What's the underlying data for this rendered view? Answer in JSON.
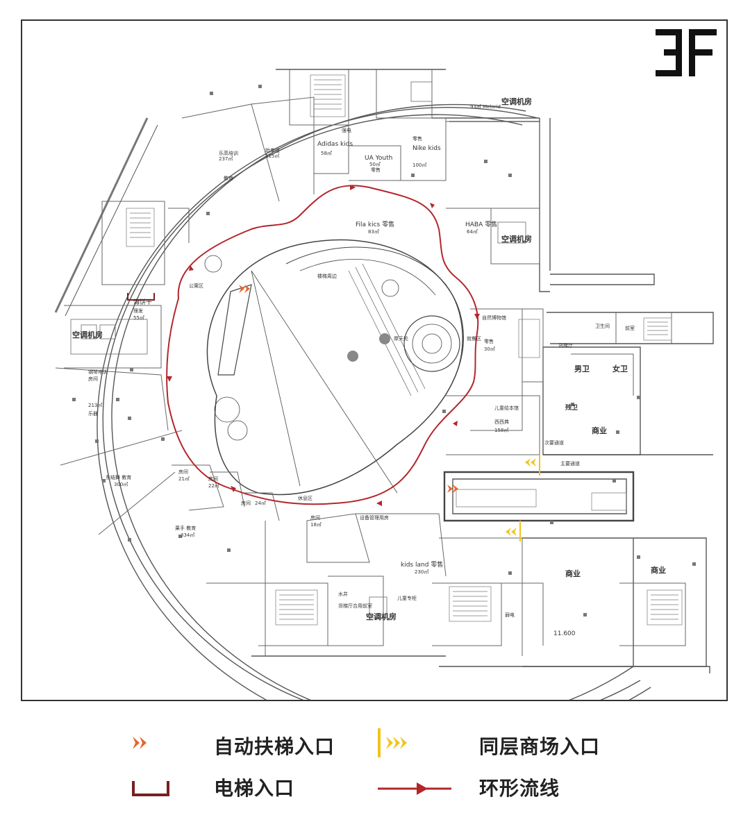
{
  "floor": {
    "label": "3F"
  },
  "rooms": {
    "ac_top": "空调机房",
    "ac_right": "空调机房",
    "ac_left": "空调机房",
    "ac_bottom": "空调机房",
    "music": "乐高培训",
    "music_area": "237㎡",
    "music_type": "教育",
    "jump": "跆拳道",
    "jump_area": "115㎡",
    "adidas": "Adidas kids",
    "adidas_area": "58㎡",
    "ua": "UA Youth",
    "ua_area": "50㎡",
    "ua_type": "零售",
    "nike": "Nike kids",
    "nike_type": "零售",
    "nike_area": "100㎡",
    "melorid": "93㎡ Melorid",
    "fila": "Fila kics 零售",
    "fila_area": "83㎡",
    "haba": "HABA 零售",
    "haba_area": "64㎡",
    "haibingan": "海饼干",
    "haibingan_type": "理发",
    "haibingan_area": "55㎡",
    "piano": "钢琴培训",
    "piano_type": "房间",
    "piano_area": "213㎡",
    "piano_type2": "乐器",
    "dance": "东结舞 教育",
    "dance_area": "300㎡",
    "hand": "果手 教育",
    "hand_area": "334㎡",
    "kidsland": "kids land 零售",
    "kidsland_area": "230㎡",
    "kids_shoes": "儿童专柜",
    "picture_book": "儿童绘本馆",
    "picture_book_type": "西西弗",
    "picture_book_area": "158㎡",
    "museum": "自然博物馆",
    "museum_type": "零售",
    "museum_area": "30㎡",
    "ferris": "摩天轮",
    "public_area": "公寓区",
    "dining": "就餐区",
    "rest": "休息区",
    "commerce_right": "商业",
    "commerce_bottom1": "商业",
    "commerce_bottom2": "商业",
    "male_wc": "男卫",
    "female_wc": "女卫",
    "restroom": "卫生间",
    "cargo_hall": "货梯厅",
    "cargo_hall_front": "货梯厅合用前室",
    "front_room": "前室",
    "water_well": "水井",
    "weak_elec": "弱电",
    "strong_elec": "强电",
    "secondary_passage": "次要通道",
    "main_passage": "主要通道",
    "elevation": "11.600",
    "small_wc": "残卫",
    "room21": "房间",
    "room21_area": "21㎡",
    "room22": "房间",
    "room22_area": "22㎡",
    "room24": "房间",
    "room24_area": "24㎡",
    "room18": "房间",
    "room18_area": "18㎡",
    "mgmt": "设备管理用房",
    "zone_wall": "楼梯周边"
  },
  "legend": {
    "escalator": "自动扶梯入口",
    "same_floor": "同层商场入口",
    "elevator": "电梯入口",
    "loop": "环形流线"
  },
  "colors": {
    "loop": "#b3262b",
    "escalator": "#e8642a",
    "same_floor": "#f0c419",
    "elevator": "#7a1f1f",
    "wall": "#555555",
    "outline": "#333333"
  }
}
